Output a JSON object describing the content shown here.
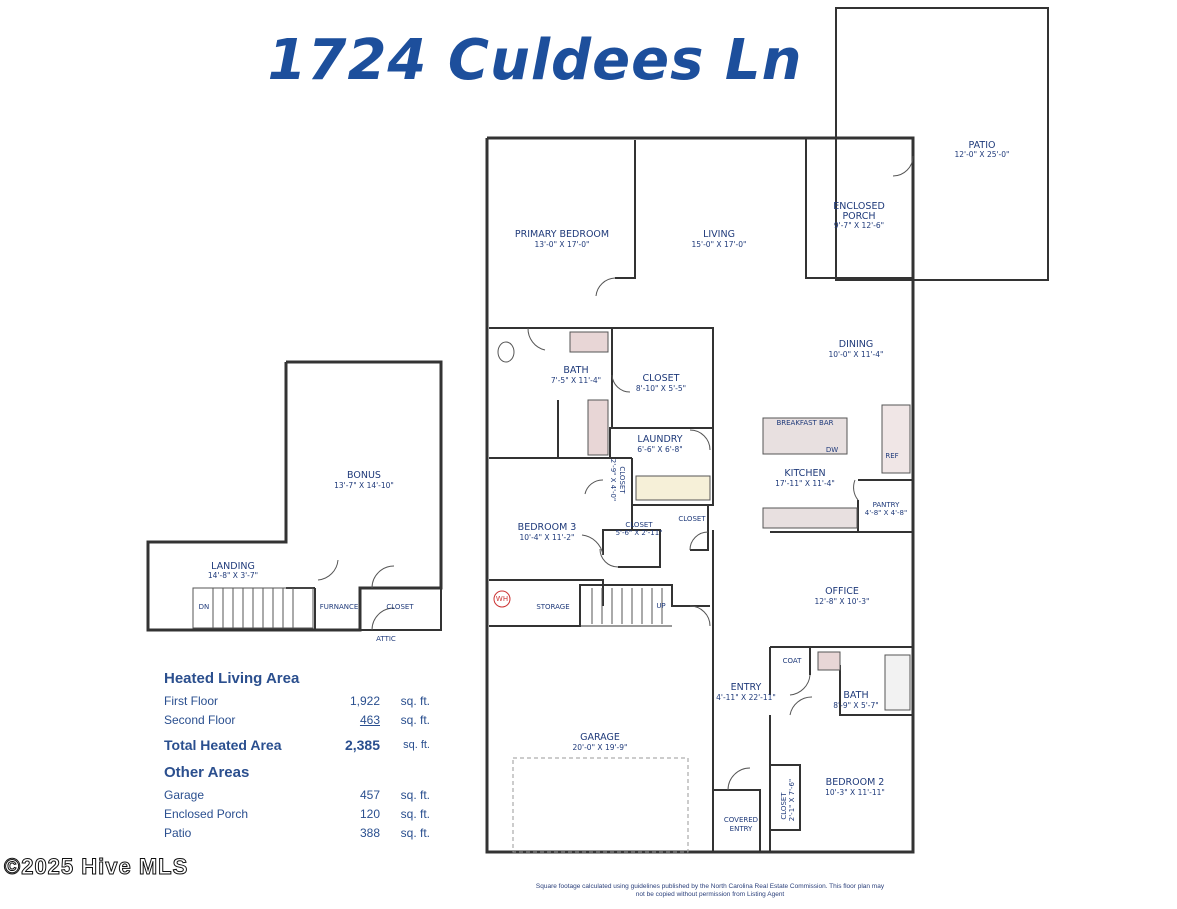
{
  "title": "1724 Culdees Ln",
  "rooms": {
    "patio": {
      "name": "PATIO",
      "dims": "12'-0\" X 25'-0\""
    },
    "enclosed_porch": {
      "name1": "ENCLOSED",
      "name2": "PORCH",
      "dims": "9'-7\" X 12'-6\""
    },
    "primary_bedroom": {
      "name": "PRIMARY BEDROOM",
      "dims": "13'-0\" X 17'-0\""
    },
    "living": {
      "name": "LIVING",
      "dims": "15'-0\" X 17'-0\""
    },
    "dining": {
      "name": "DINING",
      "dims": "10'-0\" X 11'-4\""
    },
    "bath1": {
      "name": "BATH",
      "dims": "7'-5\" X 11'-4\""
    },
    "closet1": {
      "name": "CLOSET",
      "dims": "8'-10\" X 5'-5\""
    },
    "laundry": {
      "name": "LAUNDRY",
      "dims": "6'-6\" X 6'-8\""
    },
    "kitchen": {
      "name": "KITCHEN",
      "dims": "17'-11\" X 11'-4\""
    },
    "breakfast_bar": "BREAKFAST BAR",
    "dw": "DW",
    "ref": "REF",
    "pantry": {
      "name": "PANTRY",
      "dims": "4'-8\" X 4'-8\""
    },
    "closet_vert1": {
      "name": "CLOSET",
      "dims": "2'-9\" X 4'-0\""
    },
    "bedroom3": {
      "name": "BEDROOM 3",
      "dims": "10'-4\" X 11'-2\""
    },
    "closet2": {
      "name": "CLOSET",
      "dims": "5'-6\" X 2'-11\""
    },
    "closet3": {
      "name": "CLOSET"
    },
    "office": {
      "name": "OFFICE",
      "dims": "12'-8\" X 10'-3\""
    },
    "wh": "WH",
    "storage": "STORAGE",
    "up": "UP",
    "coat": "COAT",
    "bath2": {
      "name": "BATH",
      "dims": "8'-9\" X 5'-7\""
    },
    "entry": {
      "name": "ENTRY",
      "dims": "4'-11\" X 22'-11\""
    },
    "garage": {
      "name": "GARAGE",
      "dims": "20'-0\" X 19'-9\""
    },
    "bedroom2": {
      "name": "BEDROOM 2",
      "dims": "10'-3\" X 11'-11\""
    },
    "closet_vert2": {
      "name": "CLOSET",
      "dims": "2'-1\" X 7'-6\""
    },
    "covered_entry": {
      "name1": "COVERED",
      "name2": "ENTRY"
    },
    "bonus": {
      "name": "BONUS",
      "dims": "13'-7\" X 14'-10\""
    },
    "landing": {
      "name": "LANDING",
      "dims": "14'-8\" X 3'-7\""
    },
    "dn": "DN",
    "furnance": "FURNANCE",
    "closet_up": "CLOSET",
    "attic": "ATTIC"
  },
  "areas": {
    "heated_header": "Heated Living Area",
    "first_floor_label": "First Floor",
    "first_floor_value": "1,922",
    "first_floor_unit": "sq. ft.",
    "second_floor_label": "Second Floor",
    "second_floor_value": "463",
    "second_floor_unit": "sq. ft.",
    "total_label": "Total Heated Area",
    "total_value": "2,385",
    "total_unit": "sq. ft.",
    "other_header": "Other Areas",
    "garage_label": "Garage",
    "garage_value": "457",
    "garage_unit": "sq. ft.",
    "porch_label": "Enclosed Porch",
    "porch_value": "120",
    "porch_unit": "sq. ft.",
    "patio_label": "Patio",
    "patio_value": "388",
    "patio_unit": "sq. ft."
  },
  "copyright": "©2025 Hive MLS",
  "footer_line1": "Square footage calculated using guidelines published by the North Carolina Real Estate Commission. This floor plan may",
  "footer_line2": "not be copied without permission from Listing Agent",
  "colors": {
    "wall": "#333333",
    "text": "#1f3a7a",
    "title": "#1d4f9c",
    "fixture": "#e8d6d6"
  }
}
